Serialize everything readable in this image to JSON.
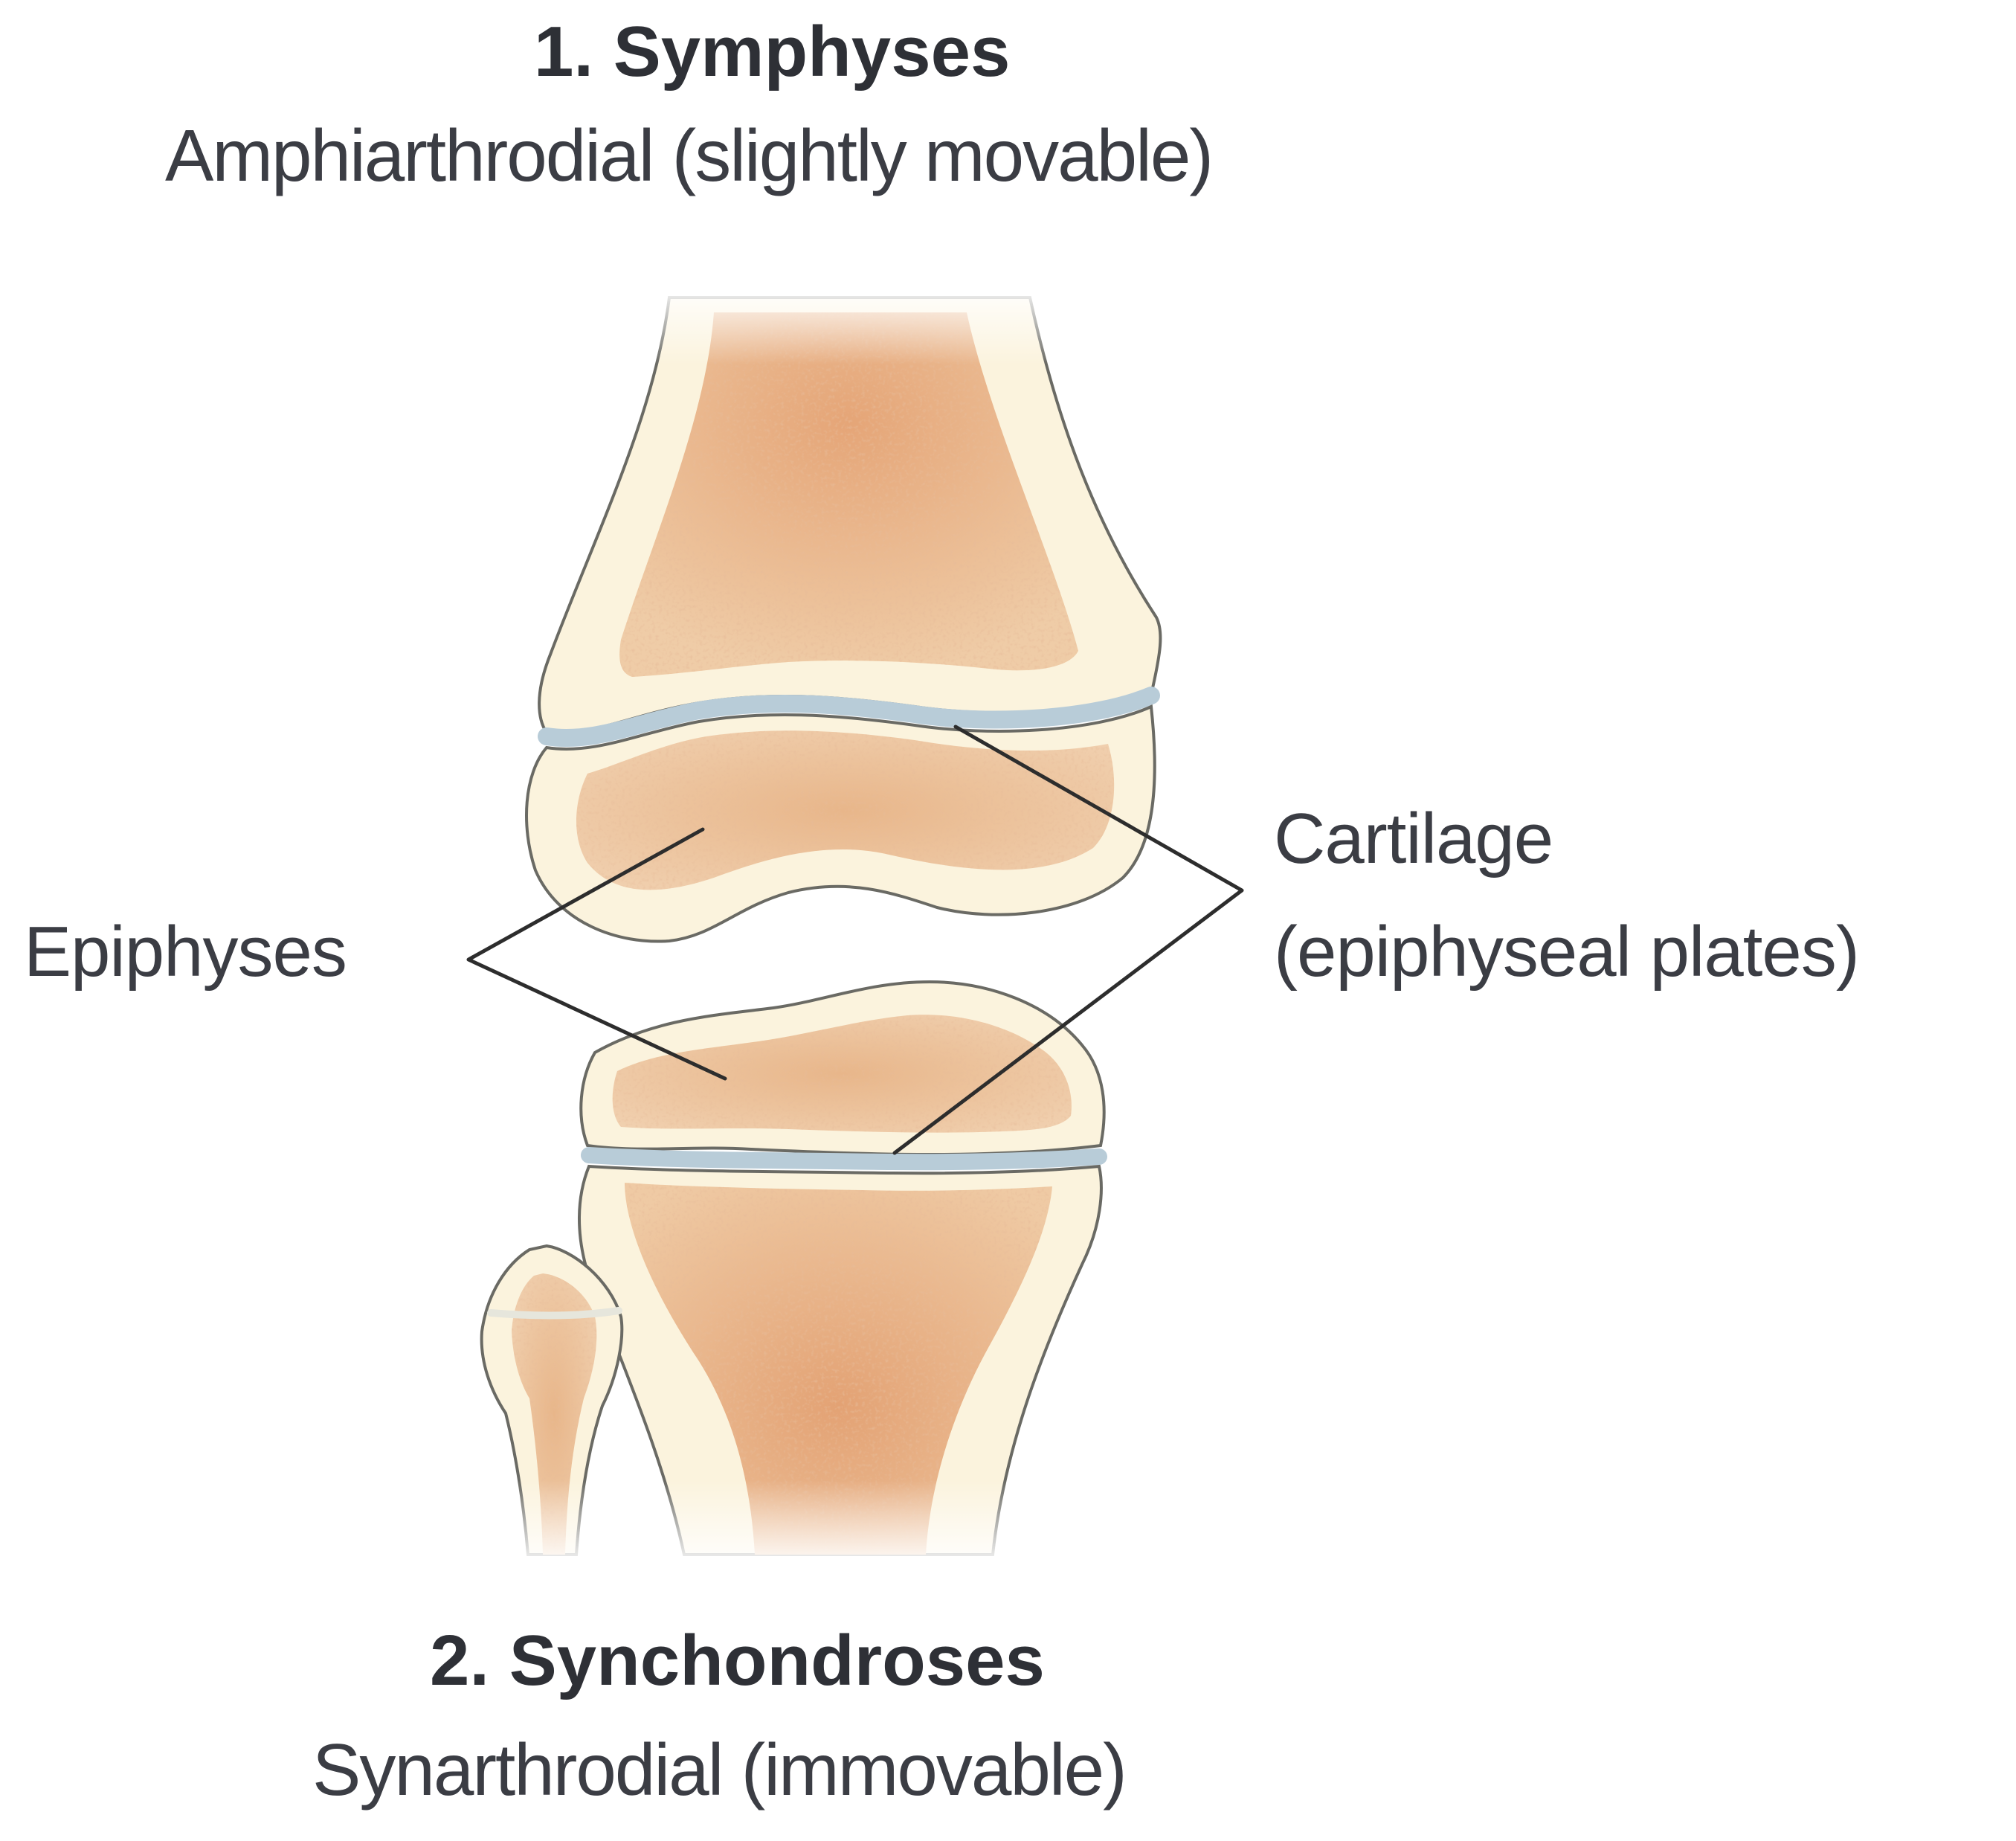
{
  "top_heading": {
    "title": "1. Symphyses",
    "subtitle": "Amphiarthrodial (slightly movable)"
  },
  "bottom_heading": {
    "title": "2. Synchondroses",
    "subtitle": "Synarthrodial (immovable)"
  },
  "labels": {
    "epiphyses": "Epiphyses",
    "cartilage_line1": "Cartilage",
    "cartilage_line2": "(epiphyseal plates)"
  },
  "colors": {
    "bone_outline": "#6a6a64",
    "bone_cortex": "#fbf3dd",
    "bone_spongy": "#e9b88e",
    "bone_spongy_dark": "#d99467",
    "cartilage_plate": "#b8ccd8",
    "leader_line": "#2d2d2d"
  }
}
